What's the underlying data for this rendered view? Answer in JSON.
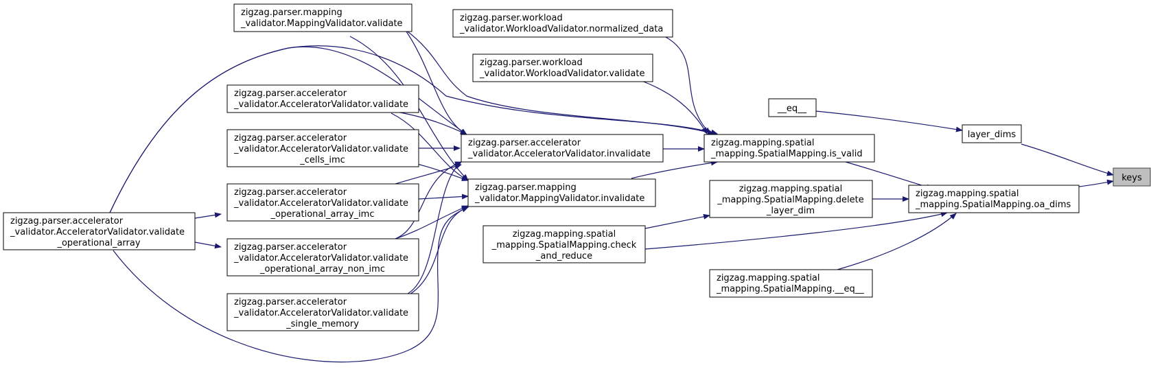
{
  "colors": {
    "edge": "#191970",
    "node_border": "#000000",
    "highlight_fill": "#bfbfbf"
  },
  "nodes": {
    "keys": [
      "keys"
    ],
    "layer_dims": [
      "layer_dims"
    ],
    "oa_dims": [
      "zigzag.mapping.spatial",
      "_mapping.SpatialMapping.oa_dims"
    ],
    "eq": [
      "__eq__"
    ],
    "is_valid": [
      "zigzag.mapping.spatial",
      "_mapping.SpatialMapping.is_valid"
    ],
    "delete_layer_dim": [
      "zigzag.mapping.spatial",
      "_mapping.SpatialMapping.delete",
      "_layer_dim"
    ],
    "check_and_reduce": [
      "zigzag.mapping.spatial",
      "_mapping.SpatialMapping.check",
      "_and_reduce"
    ],
    "sm_eq": [
      "zigzag.mapping.spatial",
      "_mapping.SpatialMapping.__eq__"
    ],
    "wl_normalized": [
      "zigzag.parser.workload",
      "_validator.WorkloadValidator.normalized_data"
    ],
    "wl_validate": [
      "zigzag.parser.workload",
      "_validator.WorkloadValidator.validate"
    ],
    "acc_invalidate": [
      "zigzag.parser.accelerator",
      "_validator.AcceleratorValidator.invalidate"
    ],
    "map_invalidate": [
      "zigzag.parser.mapping",
      "_validator.MappingValidator.invalidate"
    ],
    "map_validate": [
      "zigzag.parser.mapping",
      "_validator.MappingValidator.validate"
    ],
    "acc_validate": [
      "zigzag.parser.accelerator",
      "_validator.AcceleratorValidator.validate"
    ],
    "acc_cells_imc": [
      "zigzag.parser.accelerator",
      "_validator.AcceleratorValidator.validate",
      "_cells_imc"
    ],
    "acc_oa_imc": [
      "zigzag.parser.accelerator",
      "_validator.AcceleratorValidator.validate",
      "_operational_array_imc"
    ],
    "acc_oa_non_imc": [
      "zigzag.parser.accelerator",
      "_validator.AcceleratorValidator.validate",
      "_operational_array_non_imc"
    ],
    "acc_single_memory": [
      "zigzag.parser.accelerator",
      "_validator.AcceleratorValidator.validate",
      "_single_memory"
    ],
    "acc_oa": [
      "zigzag.parser.accelerator",
      "_validator.AcceleratorValidator.validate",
      "_operational_array"
    ]
  }
}
